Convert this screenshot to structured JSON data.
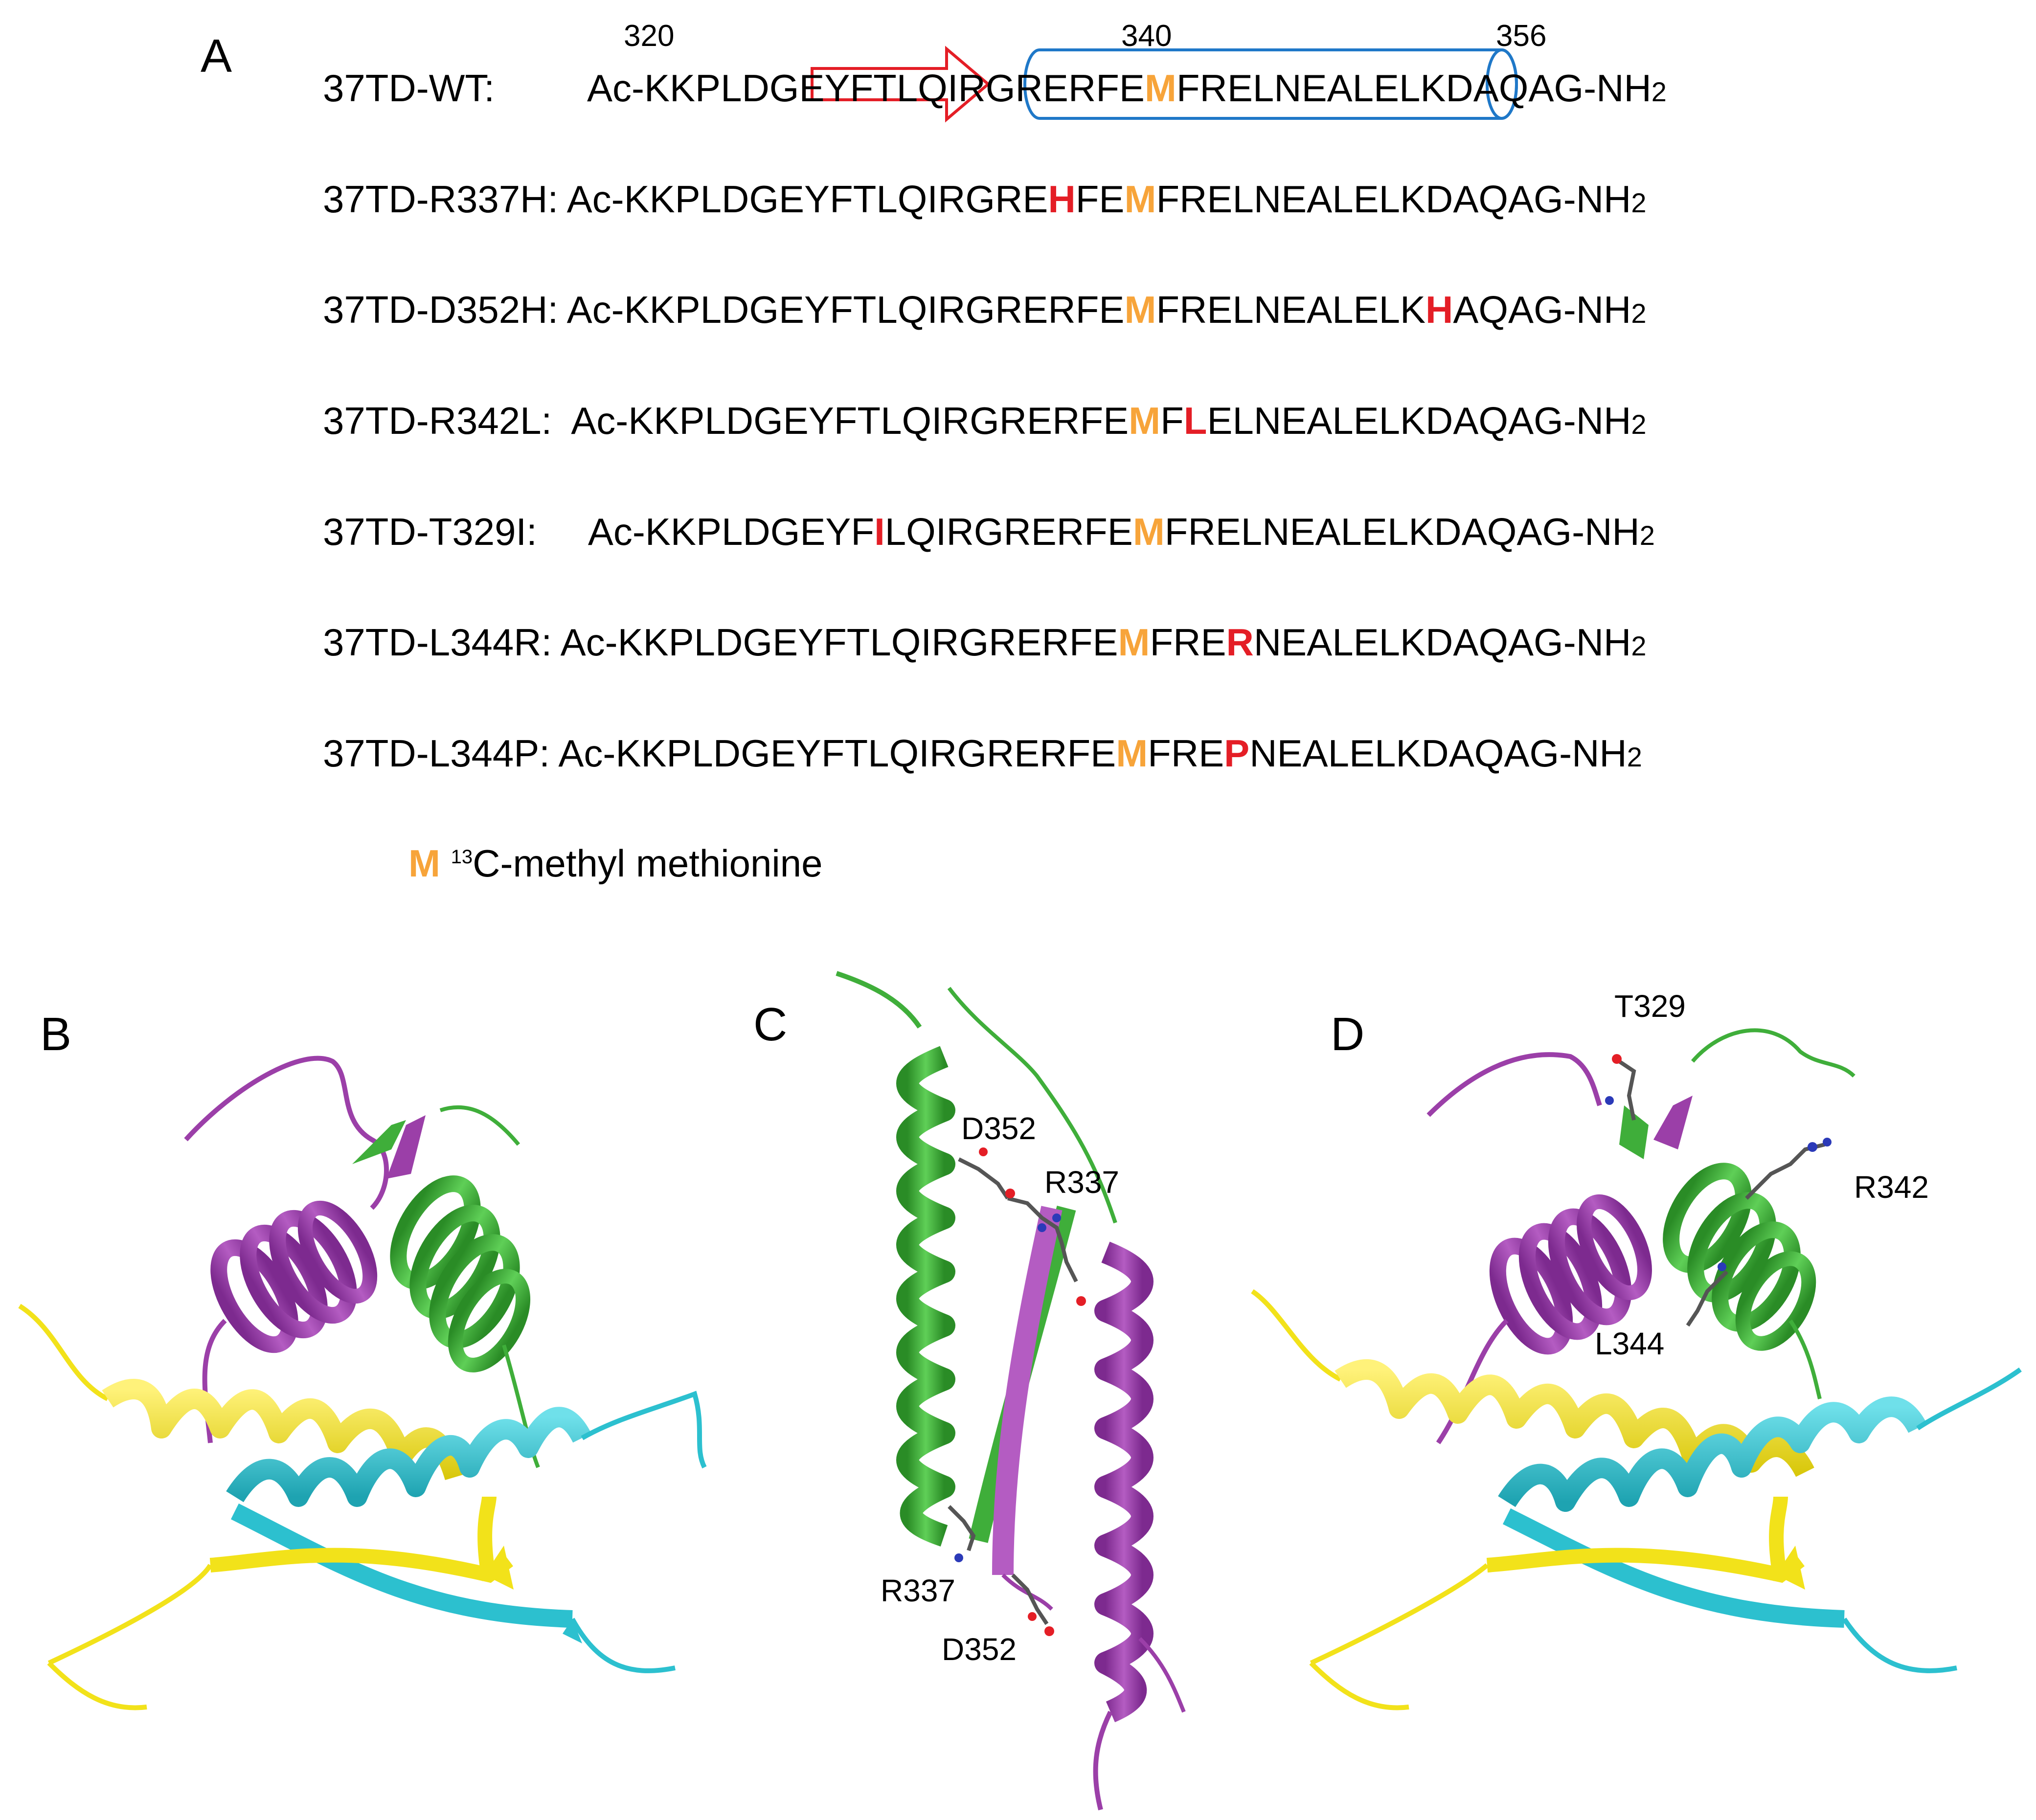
{
  "panel_a": {
    "letter": "A",
    "ticks": [
      "320",
      "340",
      "356"
    ],
    "rows": [
      {
        "label": "37TD-WT:",
        "pre": "Ac-KKPLDGEYFTLQIRGRERFE",
        "m": "M",
        "mid": "FRELNEALELKDAQAG-NH",
        "mut": "",
        "post": "",
        "sub": "2"
      },
      {
        "label": "37TD-R337H:",
        "pre": "Ac-KKPLDGEYFTLQIRGRE",
        "mut": "H",
        "mid": "FE",
        "m": "M",
        "post": "FRELNEALELKDAQAG-NH",
        "sub": "2"
      },
      {
        "label": "37TD-D352H:",
        "pre": "Ac-KKPLDGEYFTLQIRGRERFE",
        "m": "M",
        "mid": "FRELNEALELK",
        "mut": "H",
        "post": "AQAG-NH",
        "sub": "2"
      },
      {
        "label": "37TD-R342L:",
        "pre": "Ac-KKPLDGEYFTLQIRGRERFE",
        "m": "M",
        "mid": "F",
        "mut": "L",
        "post": "ELNEALELKDAQAG-NH",
        "sub": "2"
      },
      {
        "label": "37TD-T329I:",
        "pre": "Ac-KKPLDGEYF",
        "mut": "I",
        "mid": "LQIRGRERFE",
        "m": "M",
        "post": "FRELNEALELKDAQAG-NH",
        "sub": "2"
      },
      {
        "label": "37TD-L344R:",
        "pre": "Ac-KKPLDGEYFTLQIRGRERFE",
        "m": "M",
        "mid": "FRE",
        "mut": "R",
        "post": "NEALELKDAQAG-NH",
        "sub": "2"
      },
      {
        "label": "37TD-L344P:",
        "pre": "Ac-KKPLDGEYFTLQIRGRERFE",
        "m": "M",
        "mid": "FRE",
        "mut": "P",
        "post": "NEALELKDAQAG-NH",
        "sub": "2"
      }
    ],
    "legend_symbol": "M",
    "legend_sup": "13",
    "legend_text": "C-methyl methionine"
  },
  "panel_b": {
    "letter": "B"
  },
  "panel_c": {
    "letter": "C",
    "labels": [
      "D352",
      "R337",
      "R337",
      "D352"
    ]
  },
  "panel_d": {
    "letter": "D",
    "labels": [
      "T329",
      "R342",
      "L344"
    ]
  },
  "colors": {
    "chain_purple": "#9b3fa8",
    "chain_green": "#3fae3a",
    "chain_yellow": "#f2e21a",
    "chain_cyan": "#2cc0cf",
    "strand_arrow": "#e41e26",
    "helix_box": "#1f78c8",
    "labeled_met": "#f7a43a",
    "mutation": "#e41e26"
  }
}
